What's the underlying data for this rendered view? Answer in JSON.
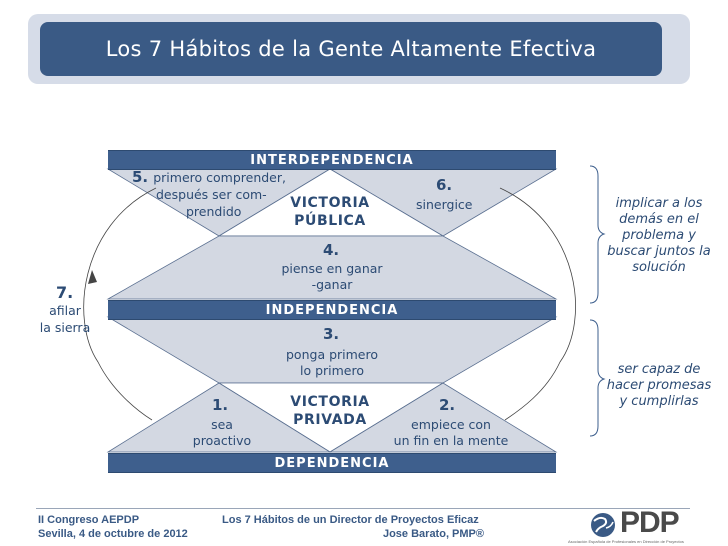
{
  "title": "Los 7 Hábitos de la Gente Altamente Efectiva",
  "bands": {
    "interdependencia": "INTERDEPENDENCIA",
    "independencia": "INDEPENDENCIA",
    "dependencia": "DEPENDENCIA"
  },
  "habits": {
    "h1": {
      "num": "1.",
      "line1": "sea",
      "line2": "proactivo"
    },
    "h2": {
      "num": "2.",
      "line1": "empiece con",
      "line2": "un fin en la mente"
    },
    "h3": {
      "num": "3.",
      "line1": "ponga primero",
      "line2": "lo primero"
    },
    "h4": {
      "num": "4.",
      "line1": "piense en ganar",
      "line2": "-ganar"
    },
    "h5": {
      "num": "5.",
      "line1": "primero comprender,",
      "line2": "después ser com-",
      "line3": "prendido"
    },
    "h6": {
      "num": "6.",
      "line1": "sinergice"
    },
    "h7": {
      "num": "7.",
      "line1": "afilar",
      "line2": "la sierra"
    }
  },
  "victories": {
    "publica": {
      "line1": "VICTORIA",
      "line2": "PÚBLICA"
    },
    "privada": {
      "line1": "VICTORIA",
      "line2": "PRIVADA"
    }
  },
  "side_notes": {
    "top": {
      "line1": "implicar a los",
      "line2": "demás en el",
      "line3": "problema y",
      "line4": "buscar juntos la",
      "line5": "solución"
    },
    "bottom": {
      "line1": "ser capaz de",
      "line2": "hacer promesas",
      "line3": "y cumplirlas"
    }
  },
  "footer": {
    "left1": "II Congreso AEPDP",
    "left2": "Sevilla, 4 de octubre de 2012",
    "center1": "Los 7 Hábitos de un Director de Proyectos Eficaz",
    "center2": "Jose Barato, PMP®",
    "logo": "PDP",
    "logo_sub": "Asociación Española de Profesionales en Dirección de Proyectos"
  },
  "colors": {
    "band": "#3e5f8d",
    "triangle": "#d3d8e2",
    "text": "#2c4b74",
    "title_bg": "#3a5a85"
  }
}
